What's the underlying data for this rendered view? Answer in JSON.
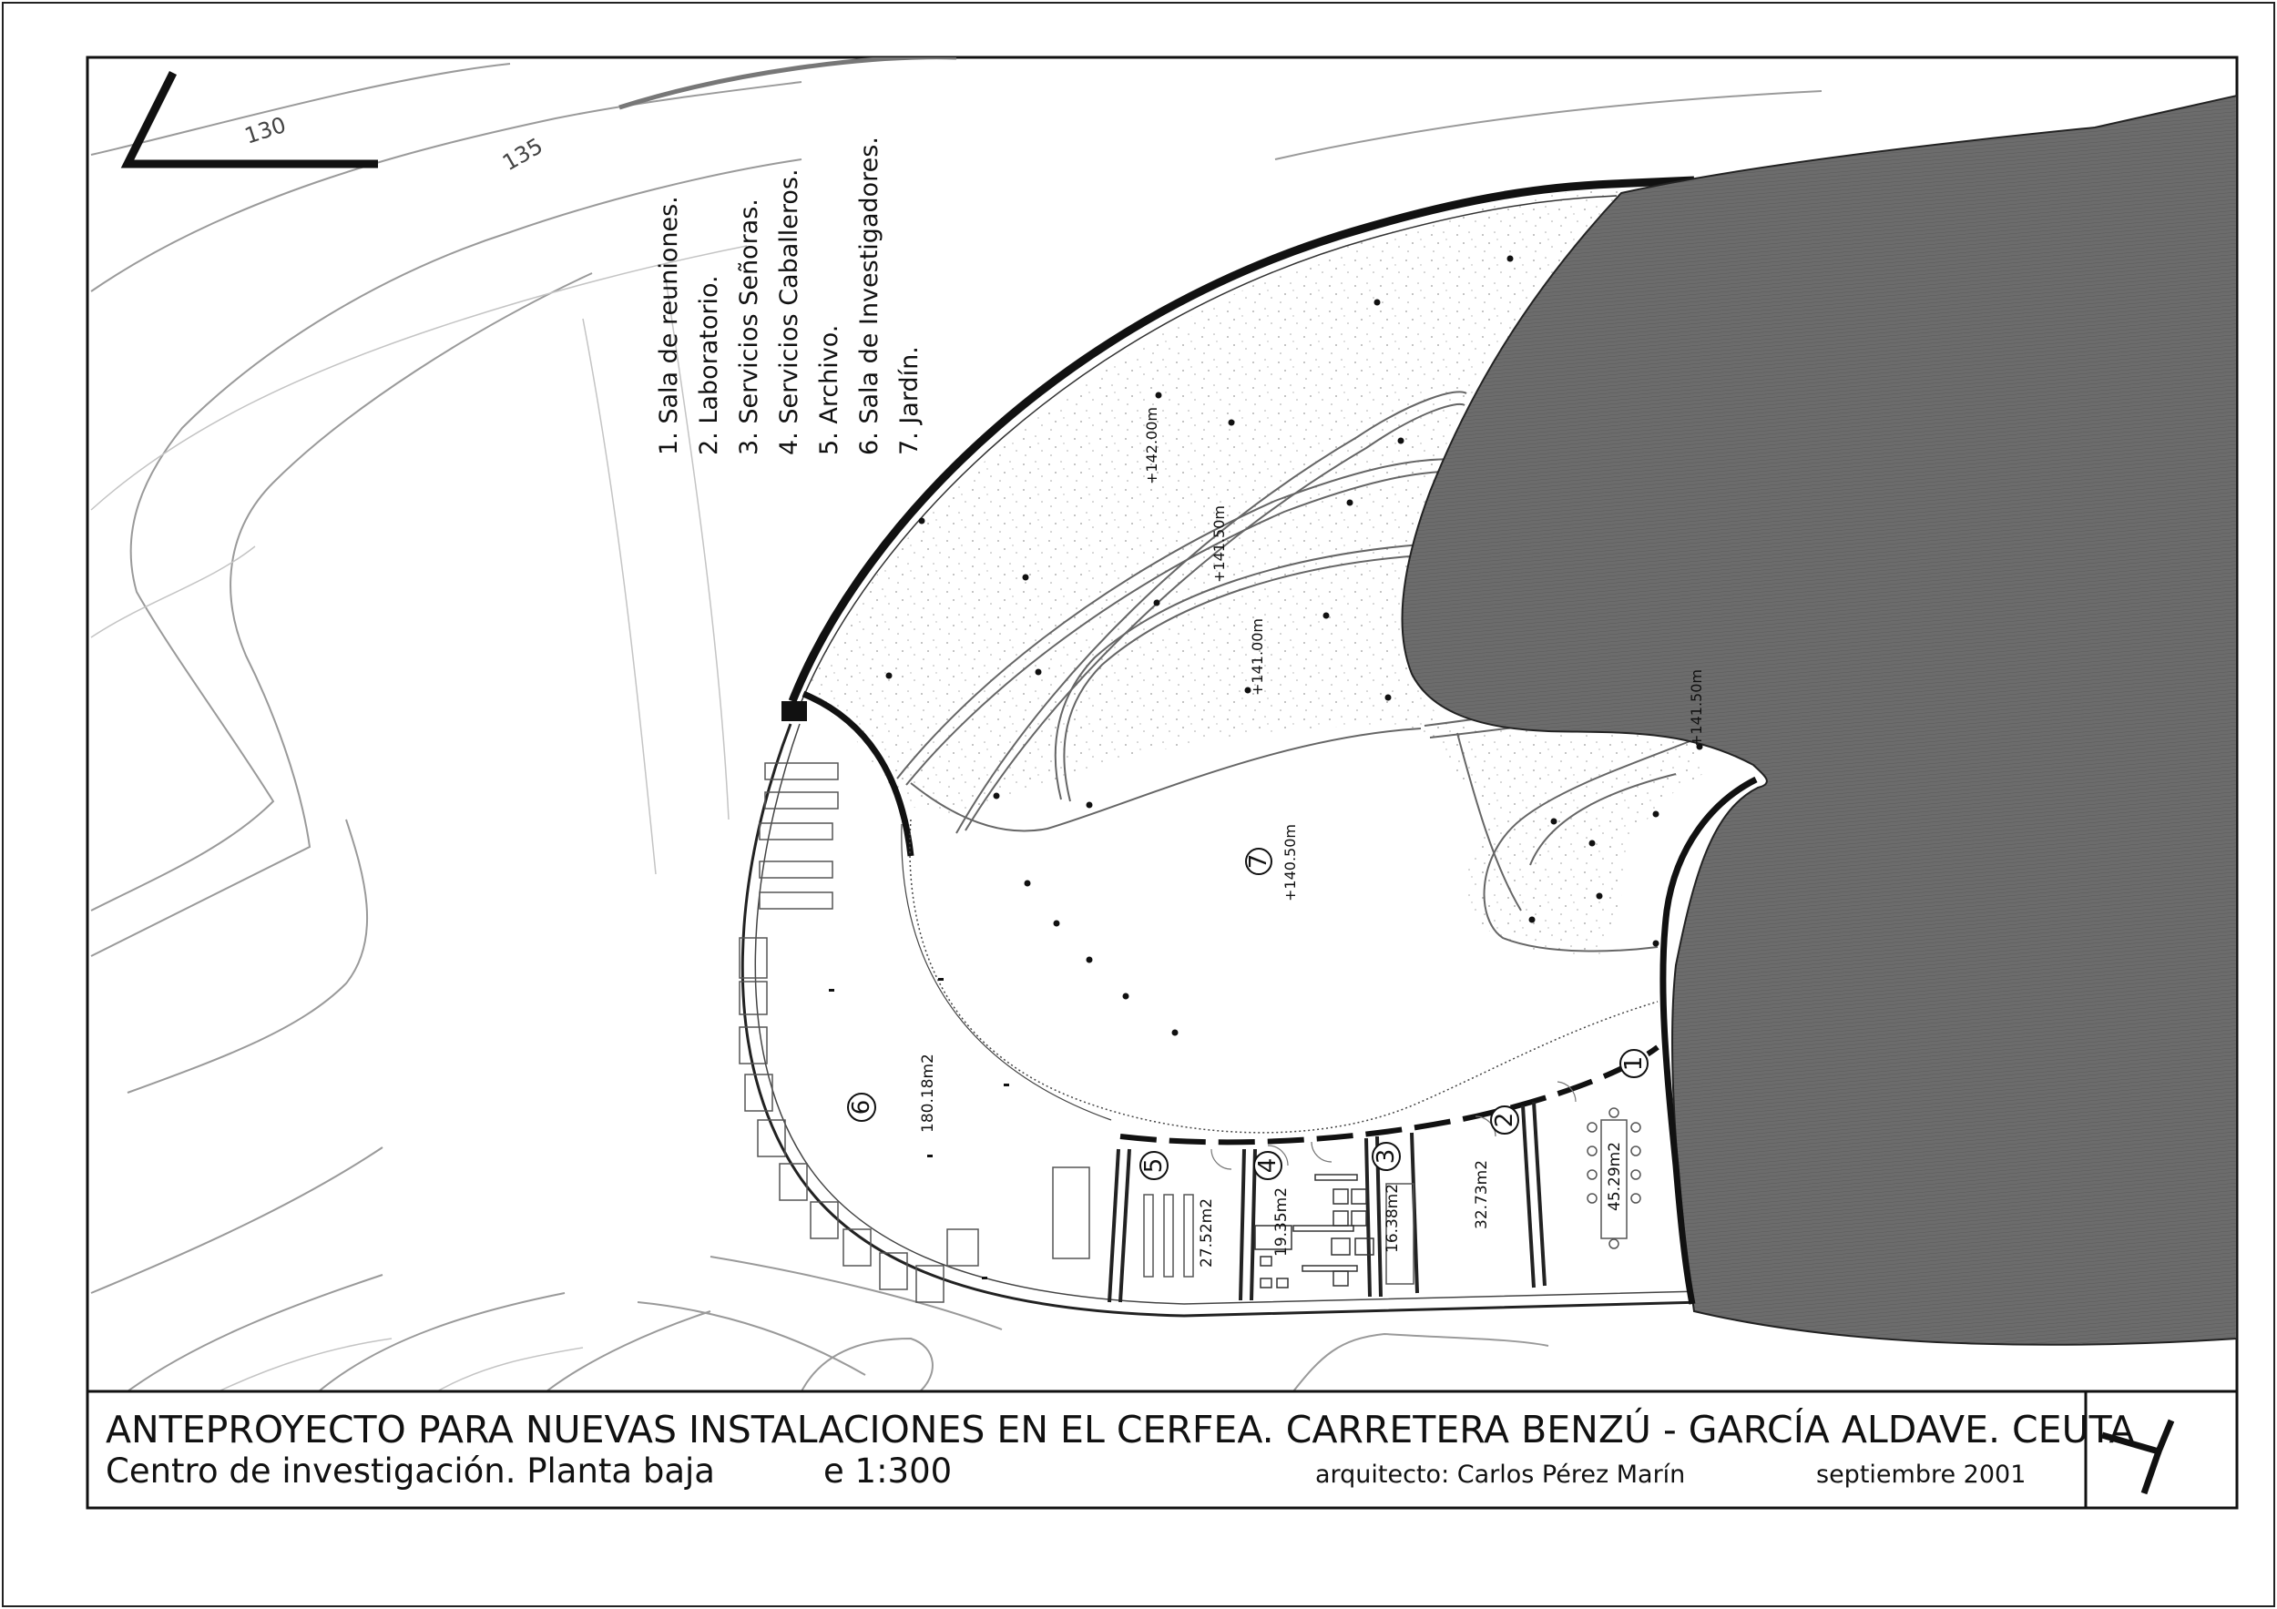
{
  "legend": {
    "items": [
      "1. Sala de reuniones.",
      "2. Laboratorio.",
      "3. Servicios Señoras.",
      "4. Servicios Caballeros.",
      "5. Archivo.",
      "6. Sala de Investigadores.",
      "7. Jardín."
    ]
  },
  "contours": {
    "c130": "130",
    "c135": "135"
  },
  "elevations": {
    "e142_00": "+142.00m",
    "e141_50a": "+141.50m",
    "e141_00": "+141.00m",
    "e140_50": "+140.50m",
    "e141_50b": "+141.50m"
  },
  "rooms": {
    "r1": {
      "number": "1",
      "area": "45.29m2"
    },
    "r2": {
      "number": "2",
      "area": "32.73m2"
    },
    "r3": {
      "number": "3",
      "area": "16.38m2"
    },
    "r4": {
      "number": "4",
      "area": "19.35m2"
    },
    "r5": {
      "number": "5",
      "area": "27.52m2"
    },
    "r6": {
      "number": "6",
      "area": "180.18m2"
    },
    "r7": {
      "number": "7"
    }
  },
  "title_block": {
    "title": "ANTEPROYECTO PARA NUEVAS INSTALACIONES EN EL CERFEA. CARRETERA BENZÚ - GARCÍA ALDAVE. CEUTA",
    "subtitle": "Centro de investigación. Planta baja",
    "scale": "e 1:300",
    "architect": "arquitecto: Carlos Pérez Marín",
    "date": "septiembre 2001"
  },
  "colors": {
    "rock": "#6e6e6e",
    "line": "#111111",
    "contour": "#9a9a9a"
  }
}
